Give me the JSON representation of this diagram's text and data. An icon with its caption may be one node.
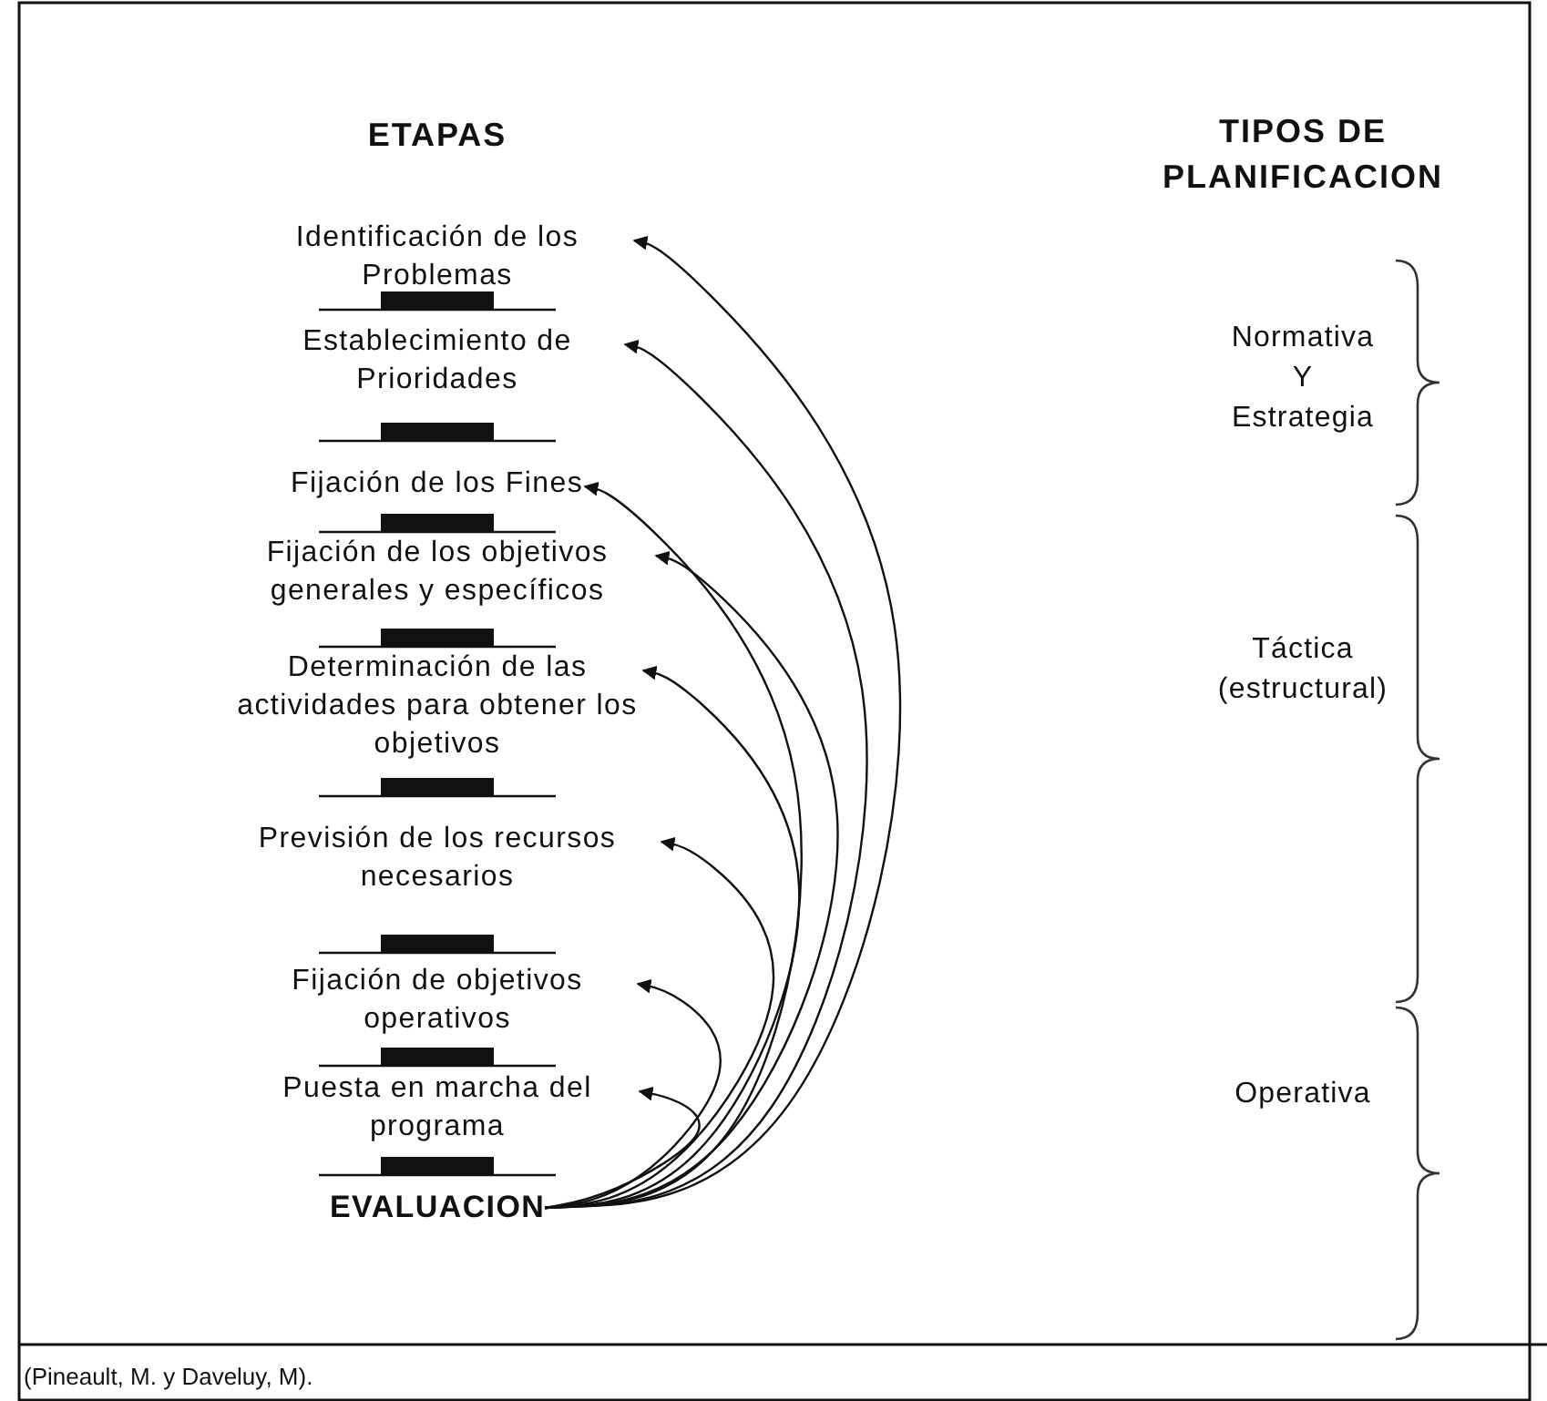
{
  "diagram": {
    "caption": "(Pineault, M. y Daveluy, M).",
    "nodes": [
      {
        "text": [
          "Identificación de los Problemas"
        ]
      },
      {
        "text": [
          "Establecimiento de Prioridades"
        ]
      },
      {
        "text": [
          "Fijación de los Fines"
        ]
      },
      {
        "text": [
          "Fijación de los objetivos generales y específicos"
        ]
      },
      {
        "text": [
          "Determinación de las actividades para obtener los objetivos"
        ]
      },
      {
        "text": [
          "Previsión de los recursos necesarios"
        ]
      },
      {
        "text": [
          "Fijación de objetivos operativos"
        ]
      },
      {
        "text": [
          "Puesta en marcha del programa"
        ]
      },
      {
        "text": [
          "EVALUACION"
        ]
      }
    ],
    "edges": [
      {
        "from": 0,
        "to": 1,
        "arrow": "other",
        "style": "thick"
      },
      {
        "from": 1,
        "to": 2,
        "arrow": "other",
        "style": "thick"
      },
      {
        "from": 2,
        "to": 3,
        "arrow": "other",
        "style": "thick"
      },
      {
        "from": 3,
        "to": 4,
        "arrow": "other",
        "style": "thick"
      },
      {
        "from": 4,
        "to": 5,
        "arrow": "other",
        "style": "thick"
      },
      {
        "from": 5,
        "to": 6,
        "arrow": "other",
        "style": "thick"
      },
      {
        "from": 6,
        "to": 7,
        "arrow": "other",
        "style": "thick"
      },
      {
        "from": 7,
        "to": 8,
        "arrow": "other",
        "style": "thick"
      },
      {
        "from": 8,
        "to": 0,
        "arrow": "to"
      },
      {
        "from": 8,
        "to": 1,
        "arrow": "to"
      },
      {
        "from": 8,
        "to": 2,
        "arrow": "to"
      },
      {
        "from": 8,
        "to": 3,
        "arrow": "to"
      },
      {
        "from": 8,
        "to": 4,
        "arrow": "to"
      },
      {
        "from": 8,
        "to": 5,
        "arrow": "to"
      },
      {
        "from": 8,
        "to": 6,
        "arrow": "to"
      },
      {
        "from": 8,
        "to": 7,
        "arrow": "to"
      }
    ],
    "labels": [
      "ETAPAS",
      "TIPOS DE PLANIFICACION",
      "Normativa Y Estrategia",
      "Táctica (estructural)",
      "Operativa"
    ]
  }
}
